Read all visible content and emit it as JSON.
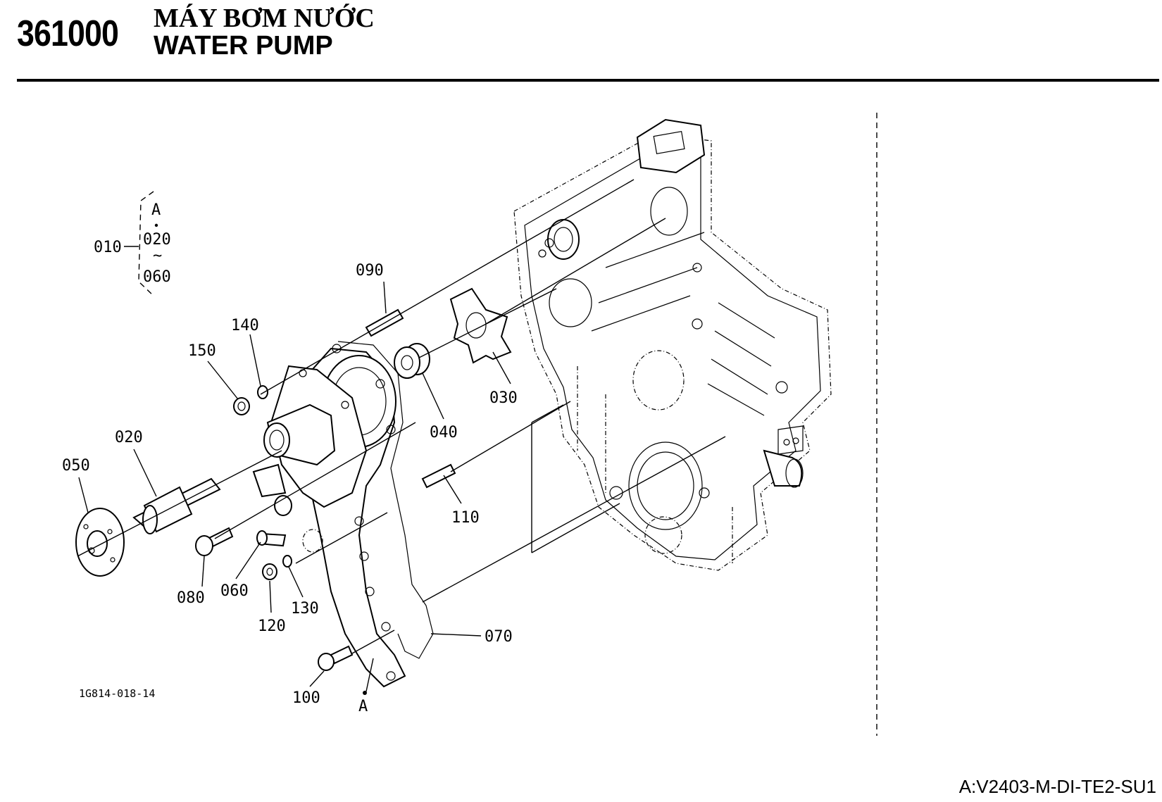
{
  "header": {
    "section_code": "361000",
    "title_vi": "MÁY BƠM NƯỚC",
    "title_en": "WATER PUMP"
  },
  "diagram": {
    "ref_code": "1G814-018-14",
    "model_code": "A:V2403-M-DI-TE2-SU1",
    "bracket": {
      "assembly": "010",
      "view_mark": "A",
      "from": "020",
      "tilde": "~",
      "to": "060"
    },
    "view_marker": "A",
    "callouts": {
      "p010": "010",
      "p020": "020",
      "p030": "030",
      "p040": "040",
      "p050": "050",
      "p060": "060",
      "p070": "070",
      "p080": "080",
      "p090": "090",
      "p100": "100",
      "p110": "110",
      "p120": "120",
      "p130": "130",
      "p140": "140",
      "p150": "150"
    }
  }
}
